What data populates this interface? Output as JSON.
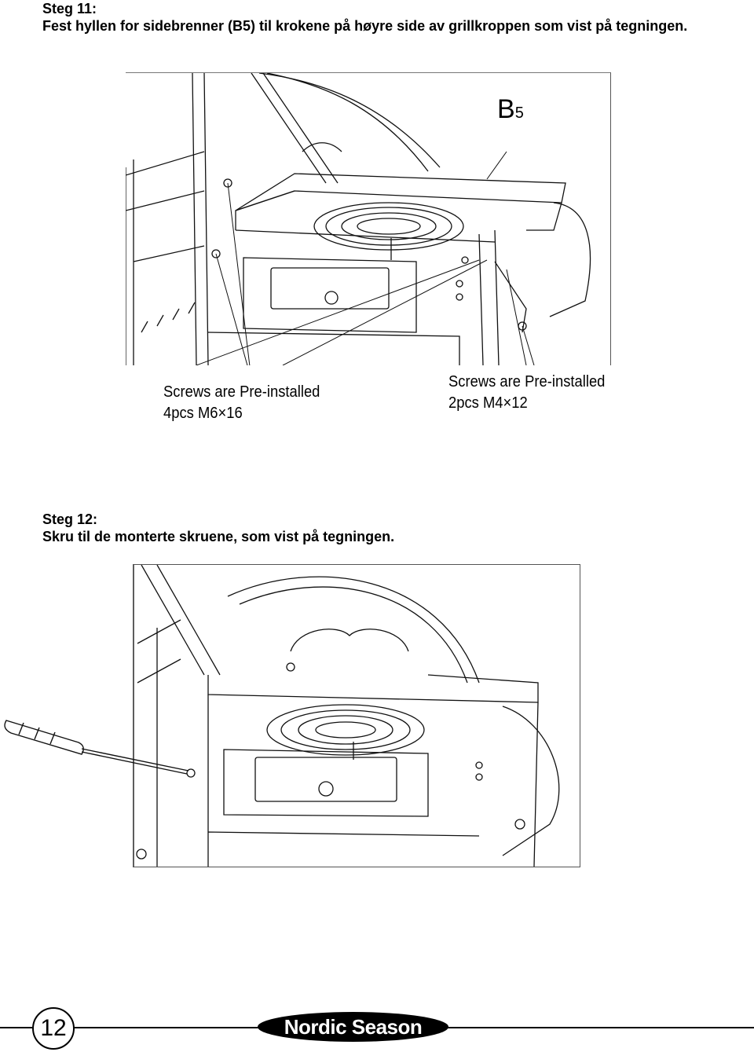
{
  "step11": {
    "title": "Steg 11:",
    "text": "Fest hyllen for sidebrenner (B5) til krokene på høyre side av grillkroppen som vist på tegningen."
  },
  "figure1": {
    "part_label": "B",
    "part_label_sub": "5",
    "note_left_line1": "Screws are Pre-installed",
    "note_left_line2": "4pcs M6×16",
    "note_right_line1": "Screws are Pre-installed",
    "note_right_line2": "2pcs M4×12"
  },
  "step12": {
    "title": "Steg 12:",
    "text": "Skru til de monterte skruene, som vist på tegningen."
  },
  "footer": {
    "page_number": "12",
    "brand": "Nordic Season"
  }
}
